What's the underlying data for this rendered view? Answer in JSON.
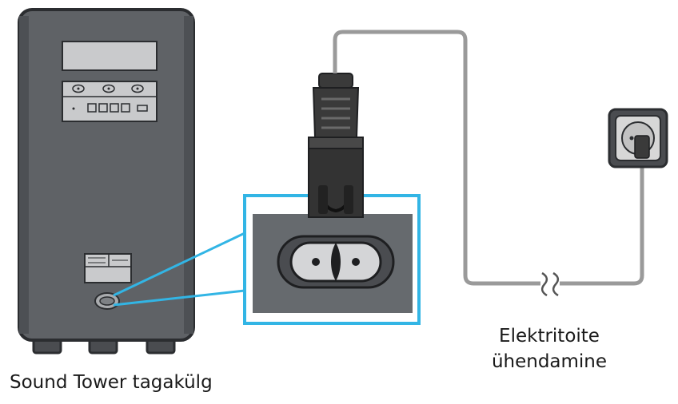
{
  "labels": {
    "device": "Sound Tower tagakülg",
    "connection_line1": "Elektritoite",
    "connection_line2": "ühendamine"
  },
  "colors": {
    "tower_body": "#5f6266",
    "tower_outline": "#2b2d30",
    "panel": "#c9cacc",
    "highlight": "#32b5e5",
    "cable": "#9a9a9a",
    "plug": "#3a3a3a",
    "outlet": "#d7d7d7"
  }
}
